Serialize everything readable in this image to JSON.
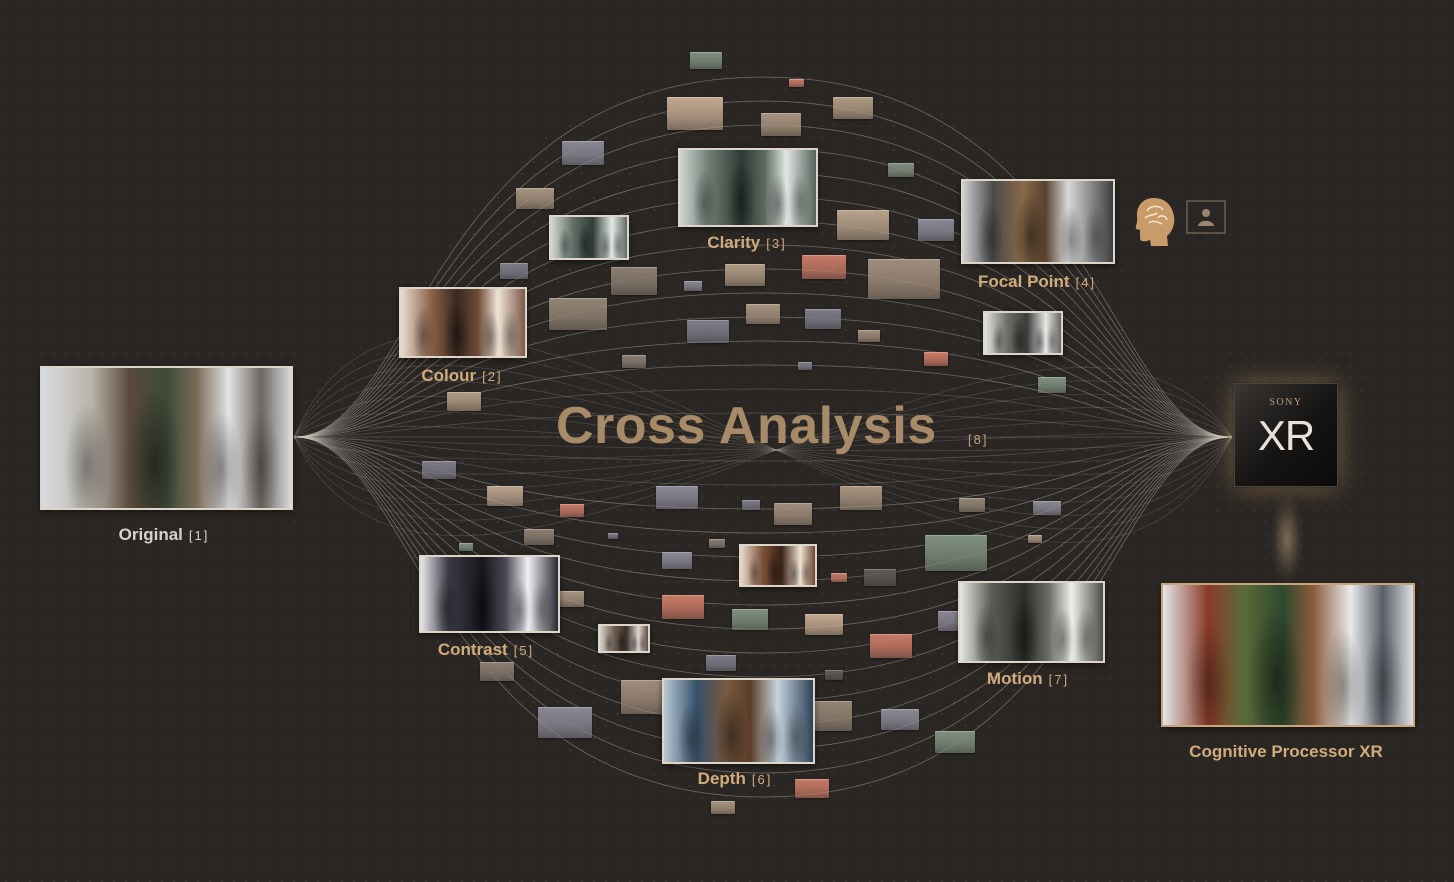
{
  "nodes": {
    "original": {
      "label": "Original",
      "ref": "[1]"
    },
    "colour": {
      "label": "Colour",
      "ref": "[2]"
    },
    "clarity": {
      "label": "Clarity",
      "ref": "[3]"
    },
    "focal_point": {
      "label": "Focal Point",
      "ref": "[4]"
    },
    "contrast": {
      "label": "Contrast",
      "ref": "[5]"
    },
    "depth": {
      "label": "Depth",
      "ref": "[6]"
    },
    "motion": {
      "label": "Motion",
      "ref": "[7]"
    },
    "cross_analysis": {
      "label": "Cross Analysis",
      "ref": "[8]"
    },
    "processor": {
      "label": "Cognitive Processor XR"
    }
  },
  "chip": {
    "brand": "SONY",
    "logo": "XR"
  },
  "colors": {
    "background": "#2a2623",
    "label_gold": "#d1ab7c",
    "title_gold": "#a78b68",
    "line": "#cfc8be"
  },
  "icons": [
    "brain-head-icon",
    "screen-person-icon"
  ]
}
